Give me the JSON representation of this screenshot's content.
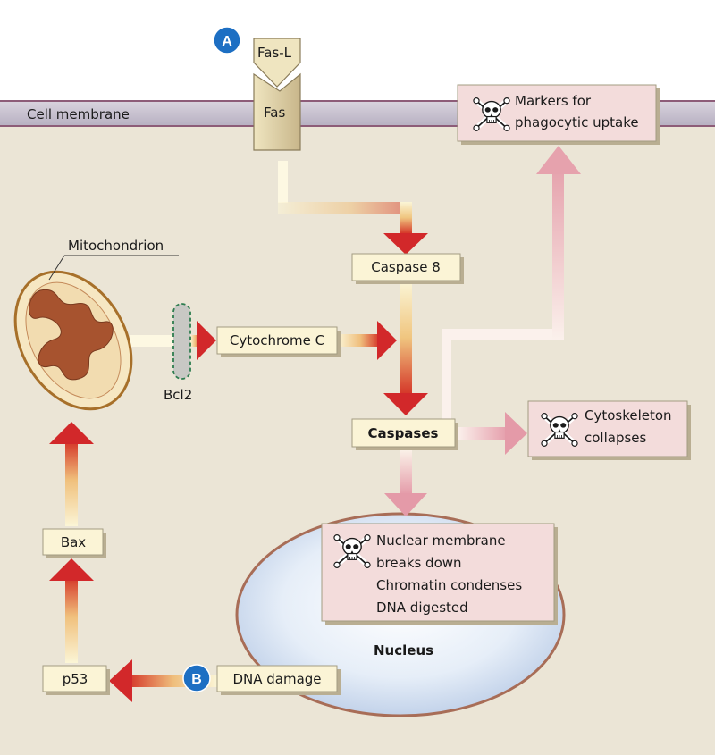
{
  "labels": {
    "fas_l": "Fas-L",
    "fas": "Fas",
    "cell_membrane": "Cell membrane",
    "markers": [
      "Markers for",
      "phagocytic uptake"
    ],
    "mitochondrion": "Mitochondrion",
    "caspase8": "Caspase 8",
    "cytochrome_c": "Cytochrome C",
    "bcl2": "Bcl2",
    "caspases": "Caspases",
    "cytoskeleton": [
      "Cytoskeleton",
      "collapses"
    ],
    "bax": "Bax",
    "nuclear_effects": [
      "Nuclear membrane",
      "breaks down",
      "Chromatin condenses",
      "DNA digested"
    ],
    "nucleus": "Nucleus",
    "p53": "p53",
    "dna_damage": "DNA damage",
    "badge_a": "A",
    "badge_b": "B"
  },
  "colors": {
    "background": "#ebe5d6",
    "membrane": "#c9c2d0",
    "membrane_line": "#8d5c78",
    "box_fill": "#fbf4d6",
    "effect_fill": "#f3dcdb",
    "arrow_red": "#d2282a",
    "arrow_pink": "#e6a2ad",
    "badge_blue": "#1d6fc3",
    "receptor": "#d9ca9f"
  }
}
